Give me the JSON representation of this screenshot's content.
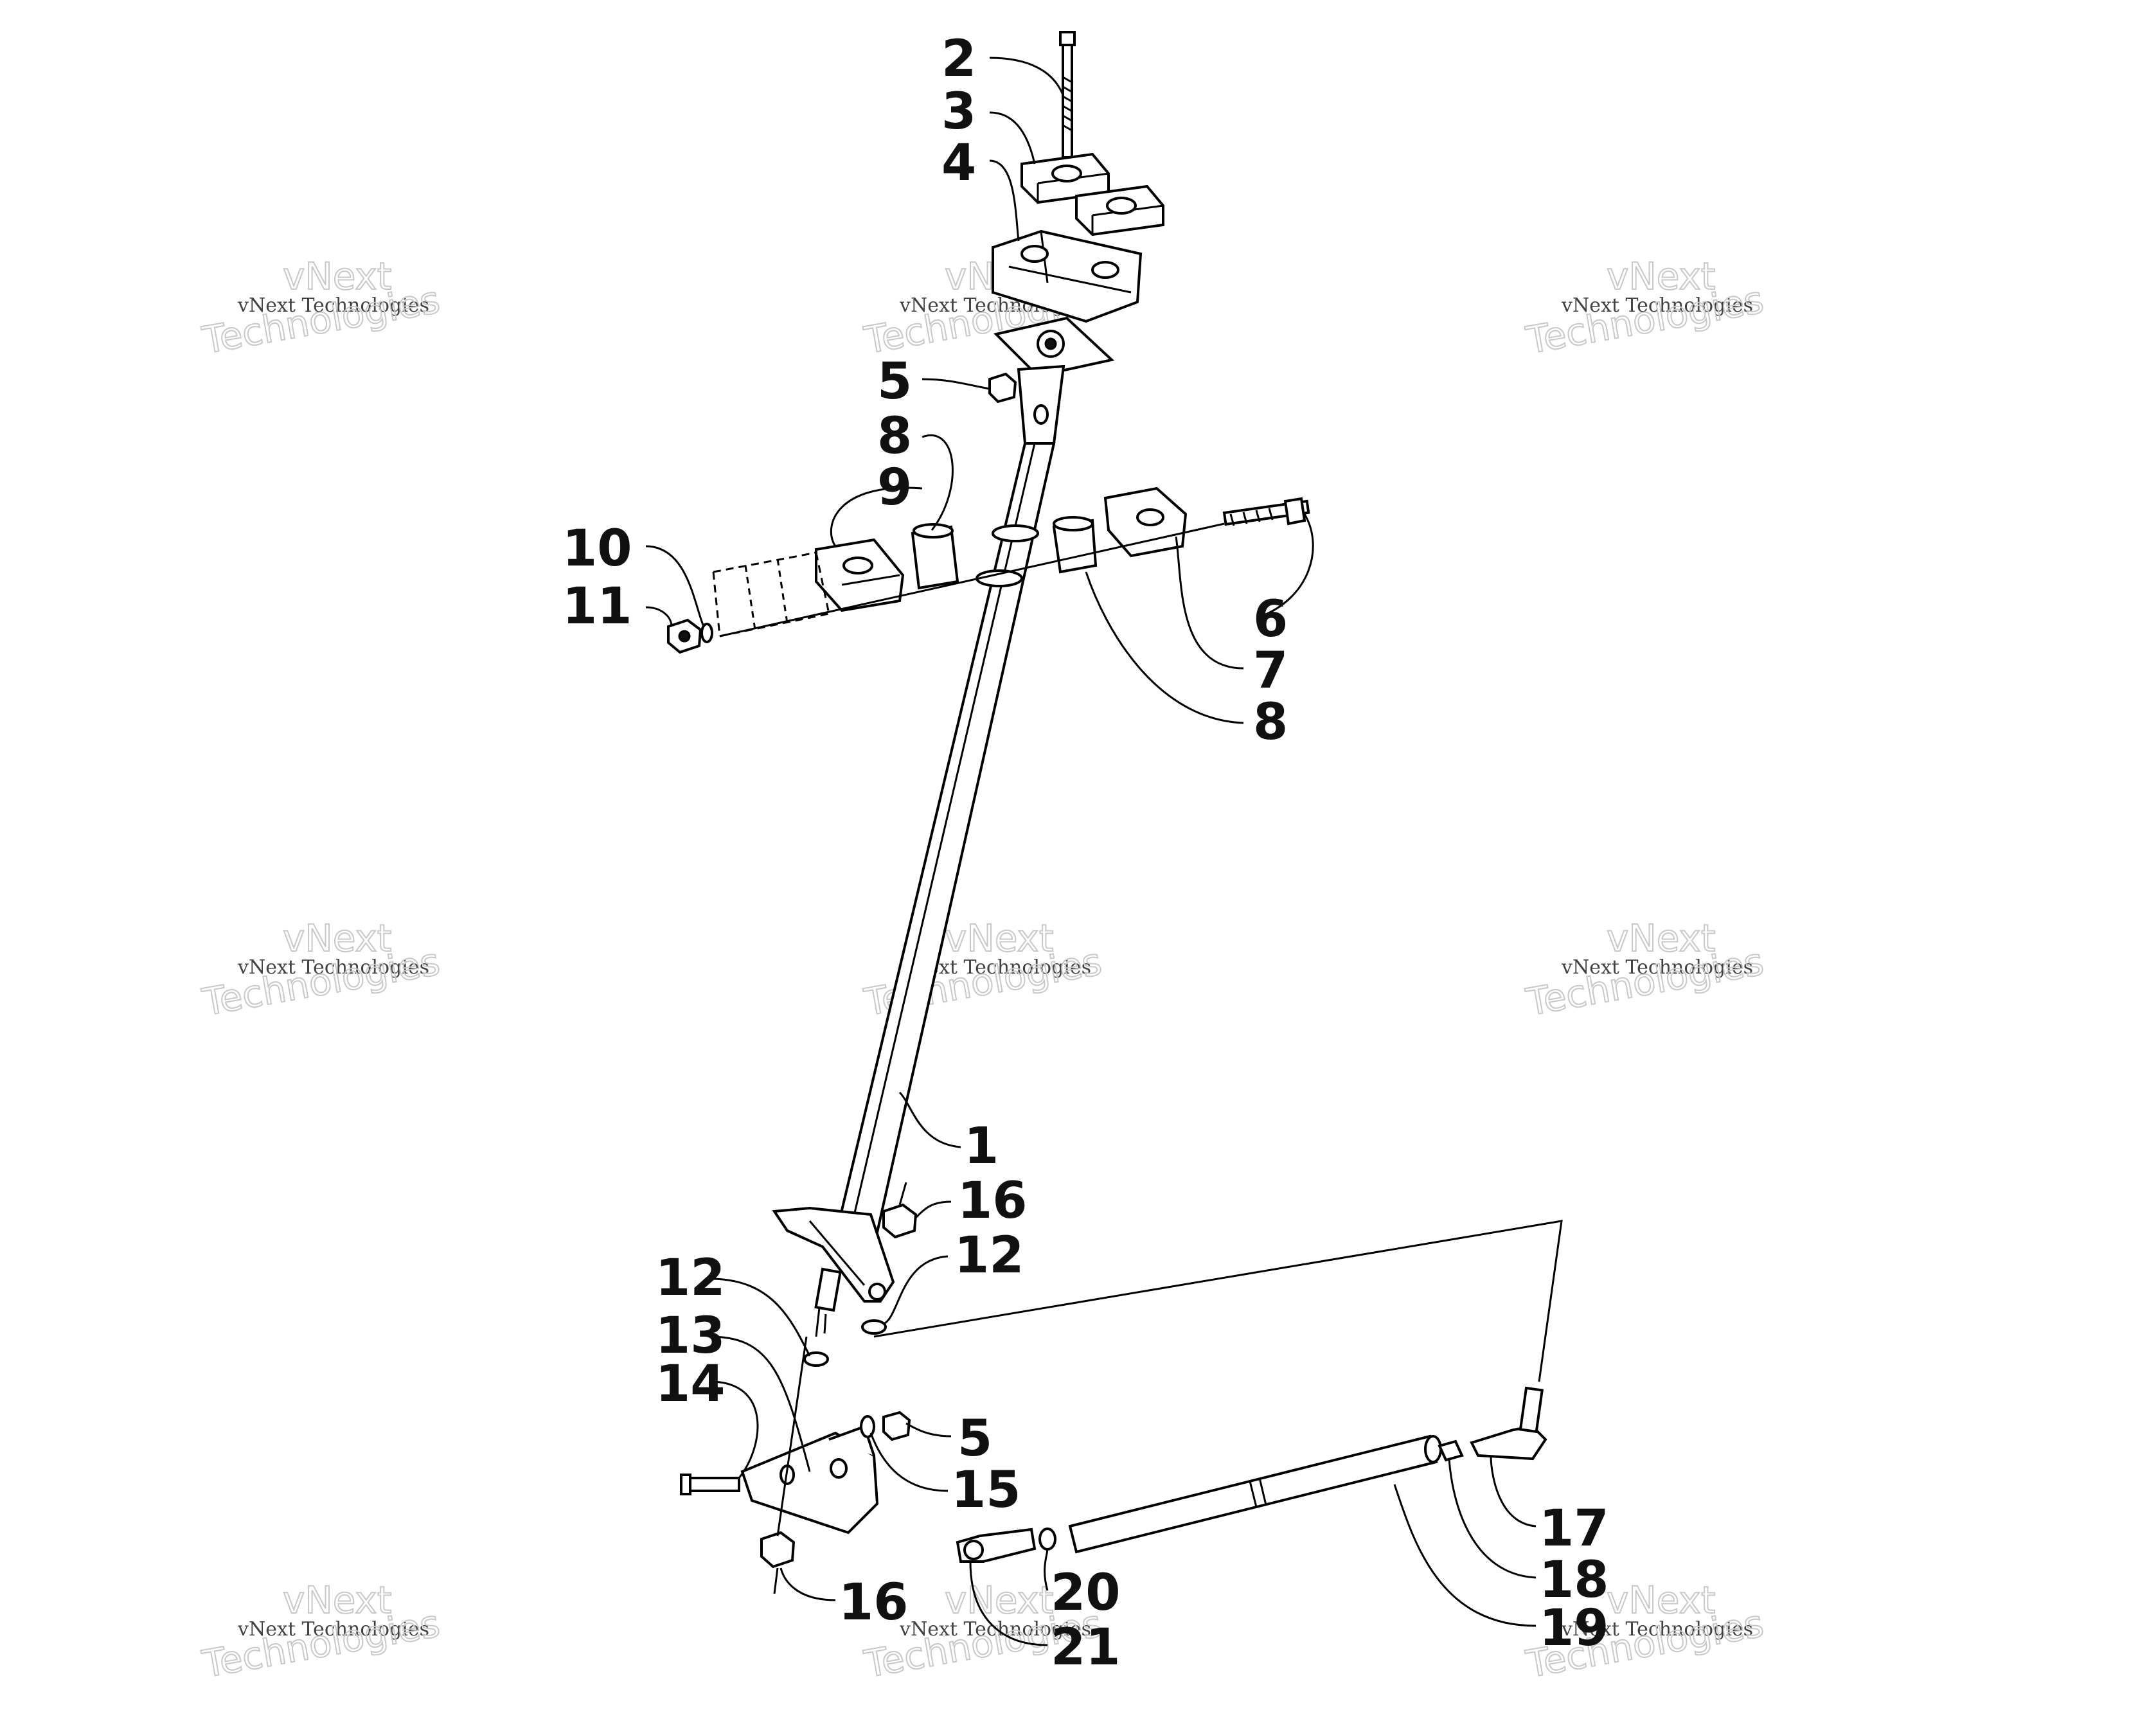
{
  "watermark": {
    "small": "vNext Technologies",
    "big_top": "vNext",
    "big_bottom": "Technologies"
  },
  "callouts": [
    "2",
    "3",
    "4",
    "5",
    "8",
    "9",
    "10",
    "11",
    "6",
    "7",
    "8",
    "1",
    "16",
    "12",
    "12",
    "13",
    "14",
    "5",
    "15",
    "16",
    "17",
    "18",
    "19",
    "20",
    "21"
  ]
}
